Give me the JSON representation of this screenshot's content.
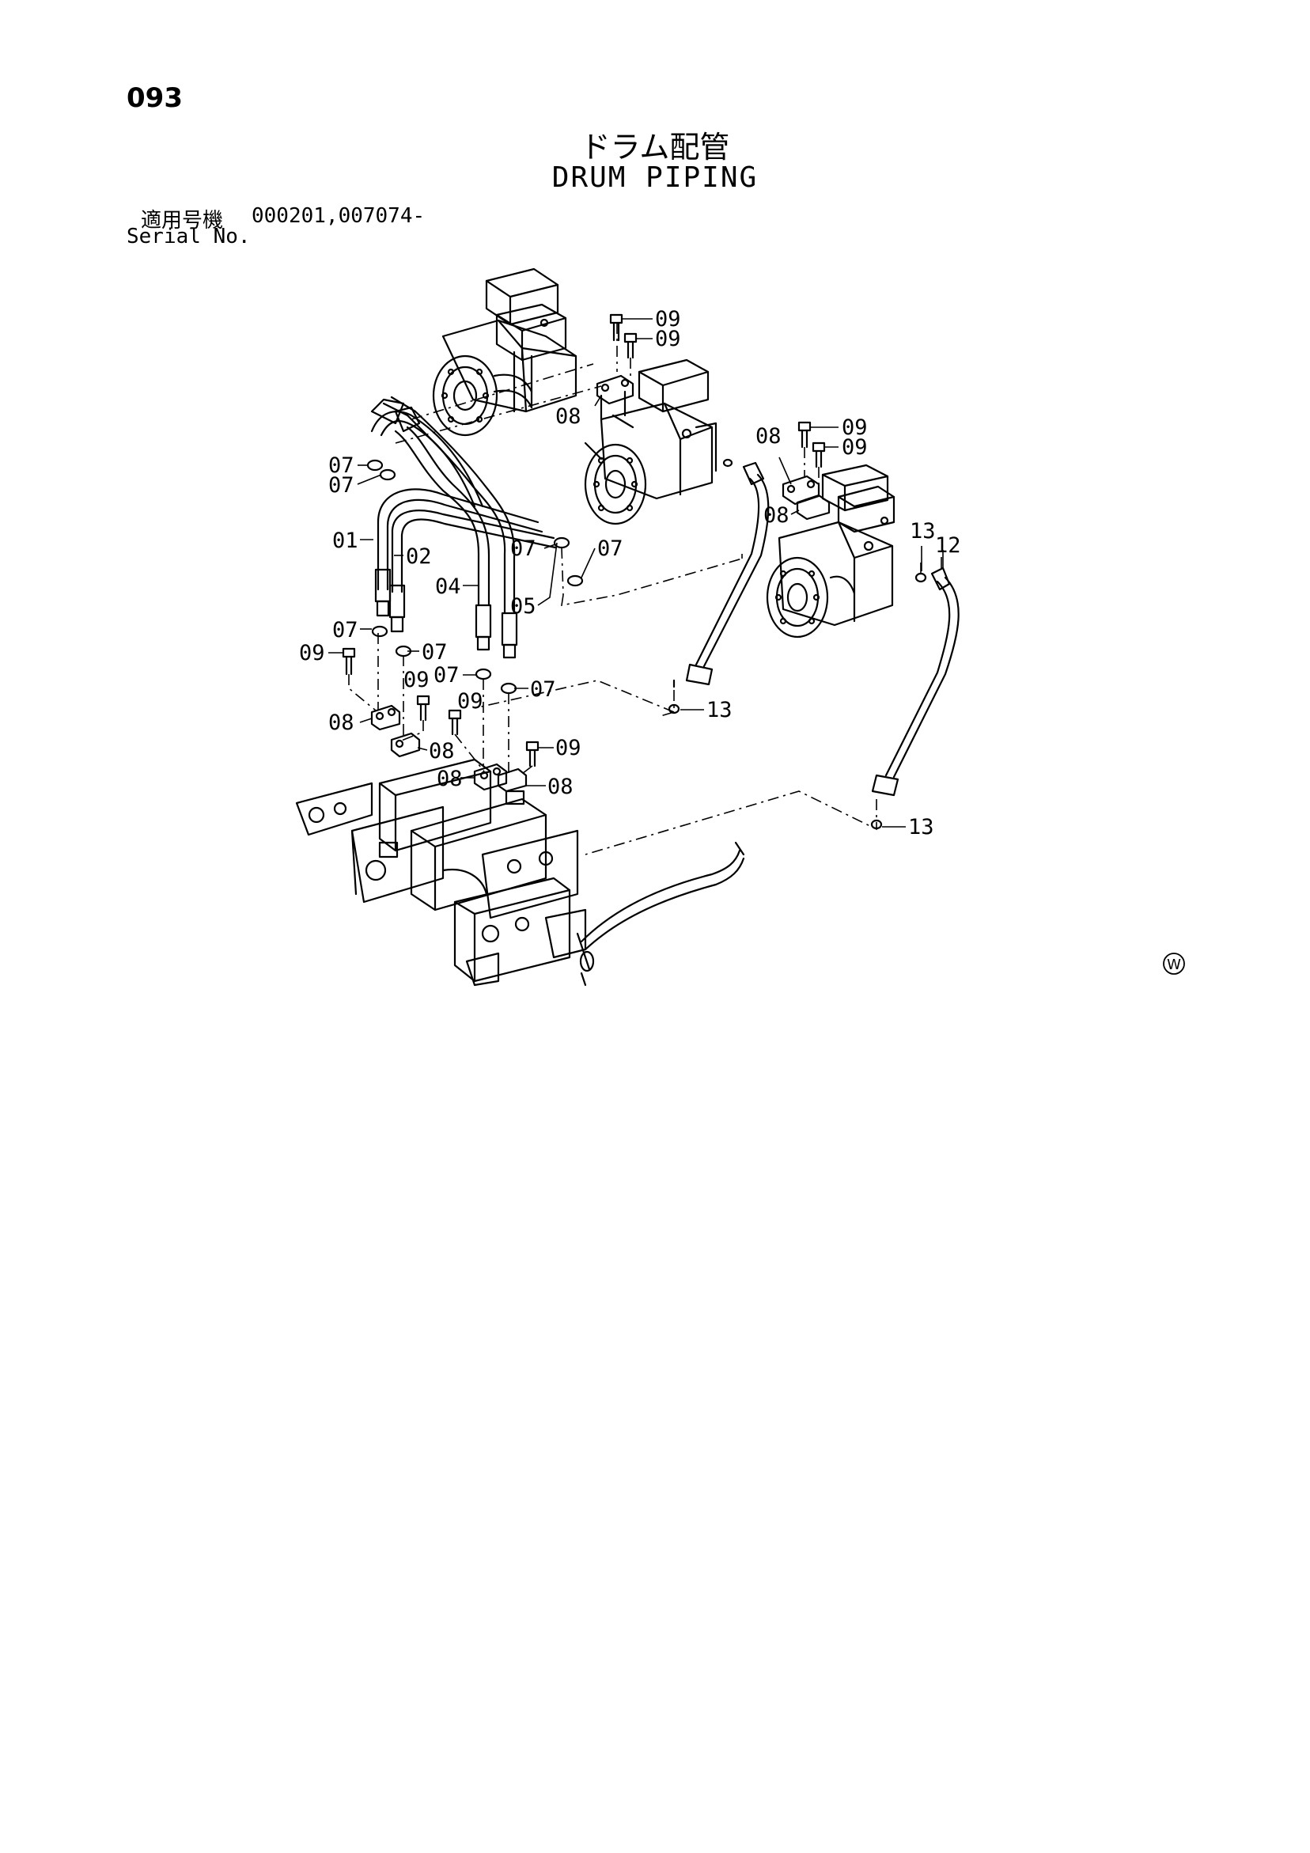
{
  "page": {
    "page_number": "093",
    "title_jp": "ドラム配管",
    "title_en": "DRUM PIPING",
    "serial_label_jp": "適用号機",
    "serial_values": "000201,007074-",
    "serial_label_en": "Serial No.",
    "corner_mark": "W"
  },
  "callouts": {
    "c01": "01",
    "c02": "02",
    "c04": "04",
    "c05": "05",
    "c07": "07",
    "c08": "08",
    "c09": "09",
    "c12": "12",
    "c13": "13"
  }
}
